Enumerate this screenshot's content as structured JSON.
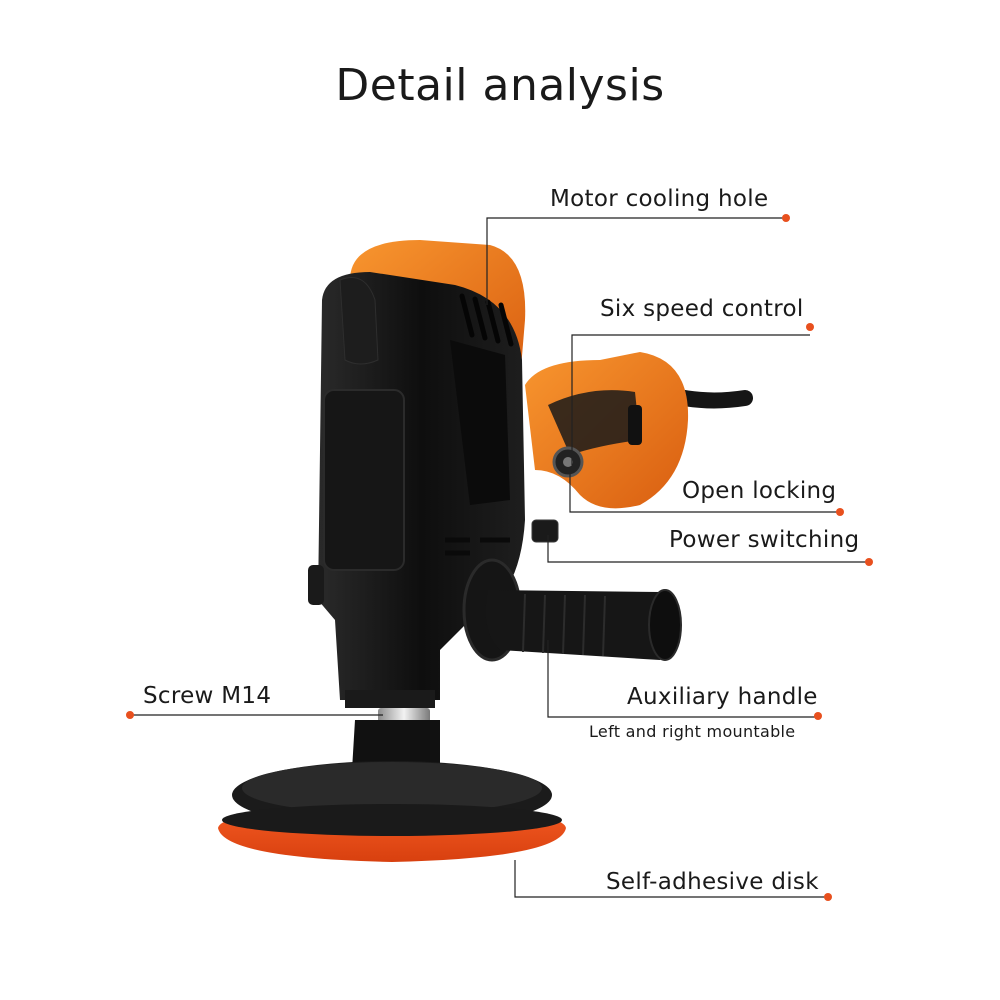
{
  "title": "Detail analysis",
  "callouts": {
    "motor_cooling_hole": "Motor cooling hole",
    "six_speed_control": "Six speed control",
    "open_locking": "Open locking",
    "power_switching": "Power switching",
    "screw_m14": "Screw M14",
    "auxiliary_handle": "Auxiliary handle",
    "auxiliary_handle_note": "Left and right mountable",
    "self_adhesive_disk": "Self-adhesive disk"
  },
  "colors": {
    "accent_dot": "#e8501e",
    "body_black": "#141414",
    "body_orange": "#f07a22",
    "pad_orange": "#f04a1c",
    "leader_line": "#222222"
  },
  "icons": {
    "product": "polisher-illustration"
  }
}
